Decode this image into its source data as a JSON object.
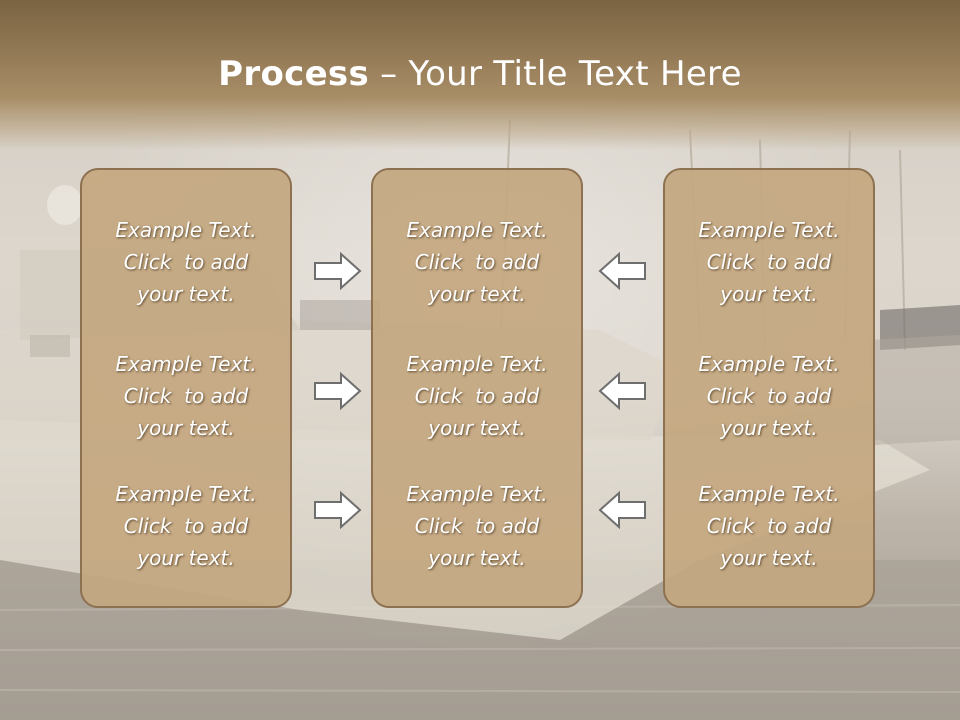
{
  "slide": {
    "title_bold": "Process",
    "title_rest": " – Your Title Text Here"
  },
  "panels": [
    {
      "items": [
        "Example Text.\nClick  to add\nyour text.",
        "Example Text.\nClick  to add\nyour text.",
        "Example Text.\nClick  to add\nyour text."
      ]
    },
    {
      "items": [
        "Example Text.\nClick  to add\nyour text.",
        "Example Text.\nClick  to add\nyour text.",
        "Example Text.\nClick  to add\nyour text."
      ]
    },
    {
      "items": [
        "Example Text.\nClick  to add\nyour text.",
        "Example Text.\nClick  to add\nyour text.",
        "Example Text.\nClick  to add\nyour text."
      ]
    }
  ],
  "arrows": {
    "left_column": "right-arrow-icon",
    "right_column": "left-arrow-icon"
  },
  "colors": {
    "panel_fill": "#c4a880",
    "panel_border": "#8d7150",
    "header_brown": "#8f7652",
    "text": "#ffffff"
  }
}
